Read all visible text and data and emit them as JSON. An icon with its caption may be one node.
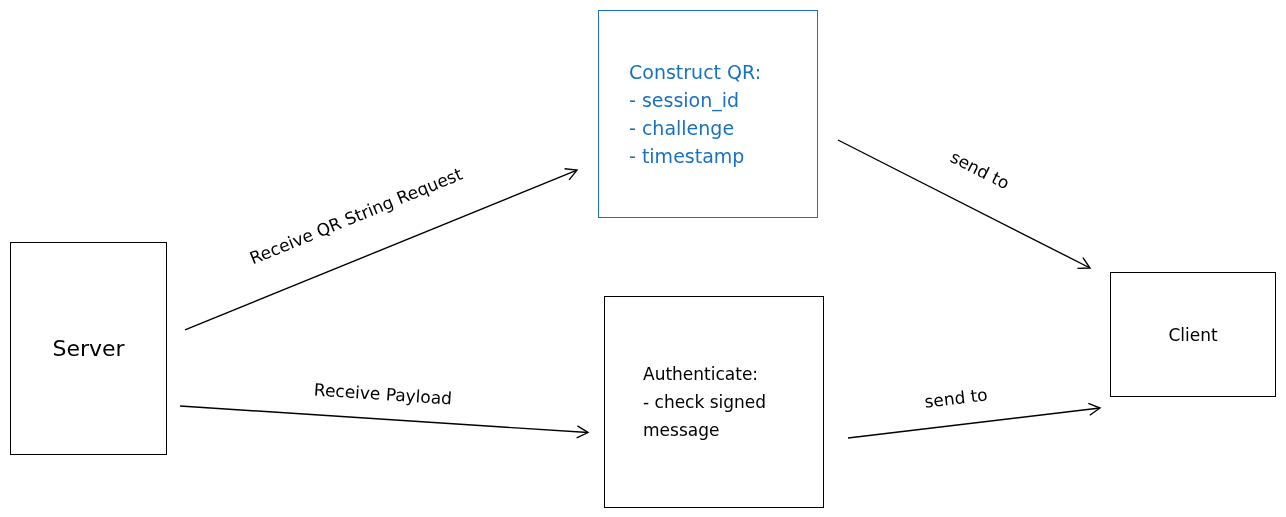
{
  "diagram": {
    "nodes": [
      {
        "text": [
          "Server"
        ]
      },
      {
        "text": [
          "Construct QR:",
          "- session_id",
          "- challenge",
          "- timestamp"
        ]
      },
      {
        "text": [
          "Authenticate:",
          "- check signed message"
        ]
      },
      {
        "text": [
          "Client"
        ]
      }
    ],
    "edges": [
      {
        "from": 0,
        "to": 1,
        "arrow": "to",
        "label": "Receive QR String Request"
      },
      {
        "from": 0,
        "to": 2,
        "arrow": "to",
        "label": "Receive Payload"
      },
      {
        "from": 1,
        "to": 3,
        "arrow": "to",
        "label": "send to"
      },
      {
        "from": 2,
        "to": 3,
        "arrow": "to",
        "label": "send to"
      }
    ]
  }
}
